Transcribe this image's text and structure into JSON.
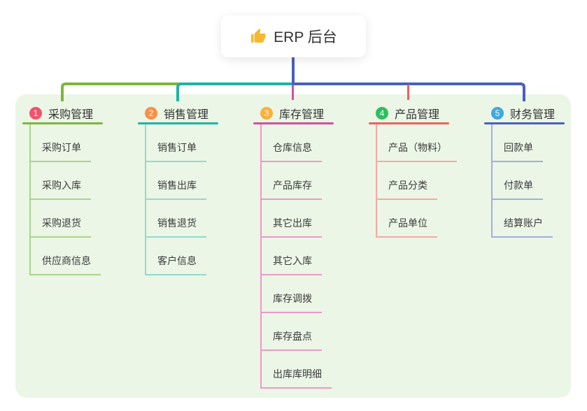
{
  "root": {
    "label": "ERP 后台",
    "icon": "thumbs-up-icon",
    "icon_glyph": "👍",
    "icon_color": "#f6b92e"
  },
  "theme": {
    "panel_bg": "#ebf6e6",
    "root_connector": "#4a5fc0",
    "header_text_color": "#333333",
    "item_text_color": "#3b3b3b"
  },
  "branches": [
    {
      "index": "1",
      "label": "采购管理",
      "badge_color": "#f4526b",
      "line_color": "#7cb63e",
      "sub_line_color": "#abd488",
      "items": [
        "采购订单",
        "采购入库",
        "采购退货",
        "供应商信息"
      ]
    },
    {
      "index": "2",
      "label": "销售管理",
      "badge_color": "#fb8f44",
      "line_color": "#1cb5a3",
      "sub_line_color": "#93d9cf",
      "items": [
        "销售订单",
        "销售出库",
        "销售退货",
        "客户信息"
      ]
    },
    {
      "index": "3",
      "label": "库存管理",
      "badge_color": "#fcaf3b",
      "line_color": "#d44f9f",
      "sub_line_color": "#eb9ac6",
      "items": [
        "仓库信息",
        "产品库存",
        "其它出库",
        "其它入库",
        "库存调拨",
        "库存盘点",
        "出库库明细"
      ]
    },
    {
      "index": "4",
      "label": "产品管理",
      "badge_color": "#2ebe60",
      "line_color": "#f0605c",
      "sub_line_color": "#f6a8a4",
      "items": [
        "产品（物料）",
        "产品分类",
        "产品单位"
      ]
    },
    {
      "index": "5",
      "label": "财务管理",
      "badge_color": "#41a8e0",
      "line_color": "#4a5fc0",
      "sub_line_color": "#9fafdf",
      "items": [
        "回款单",
        "付款单",
        "结算账户"
      ]
    }
  ]
}
